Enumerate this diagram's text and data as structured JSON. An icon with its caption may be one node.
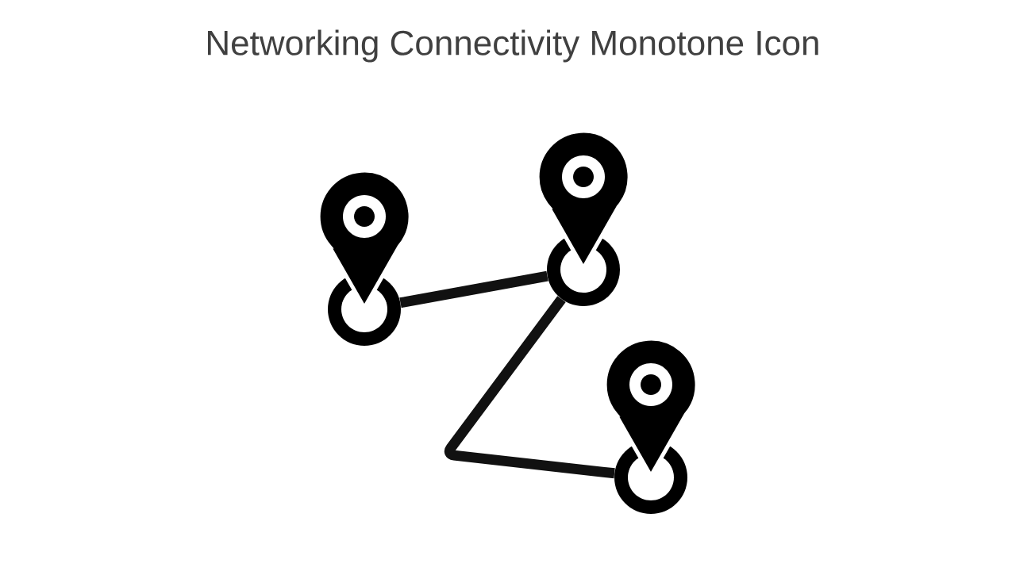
{
  "diagram": {
    "title": "Networking Connectivity Monotone Icon",
    "nodes": [
      {
        "text": [],
        "shape": "pin"
      },
      {
        "text": [],
        "shape": "pin"
      },
      {
        "text": [],
        "shape": "pin"
      }
    ],
    "edges": [
      {
        "from": 0,
        "to": 1,
        "arrow": "none"
      },
      {
        "from": 1,
        "to": 2,
        "arrow": "none"
      }
    ]
  }
}
